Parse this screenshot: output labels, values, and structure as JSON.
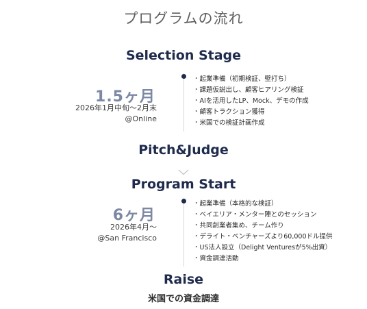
{
  "page_title": "プログラムの流れ",
  "stages": {
    "selection": {
      "title": "Selection Stage",
      "duration": "1.5ヶ月",
      "period_line1": "2026年1月中旬〜2月末",
      "period_line2": "@Online",
      "items": [
        "起業準備（初期検証、壁打ち）",
        "課題仮説出し、顧客ヒアリング検証",
        "AIを活用したLP、Mock、デモの作成",
        "顧客トラクション獲得",
        "米国での検証計画作成"
      ]
    },
    "pitch": {
      "title": "Pitch&Judge"
    },
    "program": {
      "title": "Program Start",
      "duration": "6ヶ月",
      "period_line1": "2026年4月〜",
      "period_line2": "@San Francisco",
      "items": [
        "起業準備（本格的な検証）",
        "ベイエリア・メンター陣とのセッション",
        "共同創業者集め、チーム作り",
        "デライト・ベンチャーズより60,000ドル提供",
        "US法人設立（Delight Venturesが5%出資）",
        "資金調達活動"
      ]
    },
    "raise": {
      "title": "Raise",
      "subtitle": "米国での資金調達"
    }
  },
  "colors": {
    "navy": "#1e2b4e",
    "duration": "#7b88a6",
    "line": "#d6d6d6",
    "title_gray": "#5f5f5f"
  },
  "icons": [
    "chevron-down-icon",
    "timeline-dot"
  ]
}
